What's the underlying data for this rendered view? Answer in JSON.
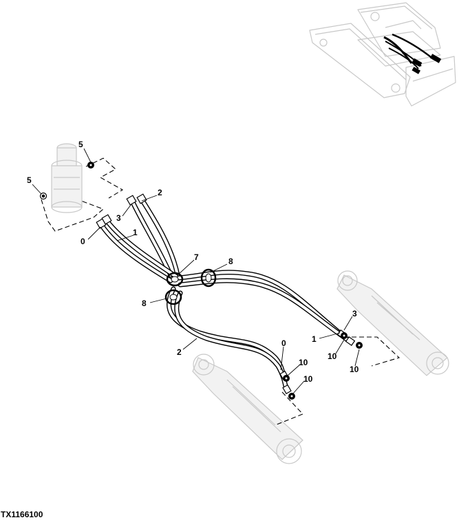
{
  "figure": {
    "id": "TX1166100"
  },
  "callouts": {
    "c5_top": "5",
    "c5_left": "5",
    "c2_top": "2",
    "c3_top": "3",
    "c0_left": "0",
    "c1_left": "1",
    "c7": "7",
    "c8_right": "8",
    "c8_left": "8",
    "c3_right": "3",
    "c1_right": "1",
    "c10_a": "10",
    "c10_b": "10",
    "c0_bottom": "0",
    "c2_bottom": "2",
    "c10_c": "10",
    "c10_d": "10"
  },
  "colors": {
    "ink": "#000000",
    "ghost": "#c8c8c8",
    "background": "#ffffff"
  }
}
